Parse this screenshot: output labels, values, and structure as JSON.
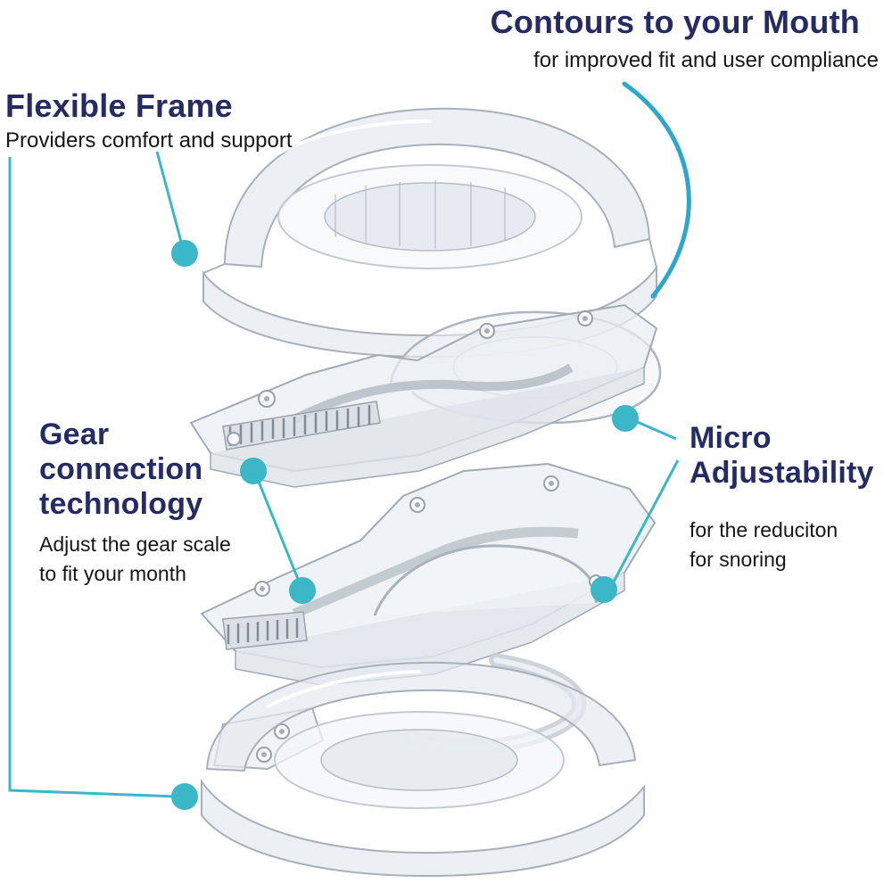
{
  "callouts": {
    "contours": {
      "title": "Contours to your Mouth",
      "subtitle": "for improved fit and user compliance"
    },
    "flexible_frame": {
      "title": "Flexible Frame",
      "subtitle": "Providers comfort and support"
    },
    "gear_connection": {
      "title_lines": [
        "Gear",
        "connection",
        "technology"
      ],
      "subtitle_lines": [
        "Adjust the gear scale",
        "to fit your month"
      ]
    },
    "micro_adjustability": {
      "title_lines": [
        "Micro",
        "Adjustability"
      ],
      "subtitle_lines": [
        "for the reduciton",
        "for snoring"
      ]
    }
  },
  "colors": {
    "heading": "#252c64",
    "body_text": "#161616",
    "callout_dot": "#3bb7c8",
    "callout_line": "#3bb7c8",
    "contour_arc": "#2fa7cd",
    "product_edge": "#a8b0b9"
  }
}
